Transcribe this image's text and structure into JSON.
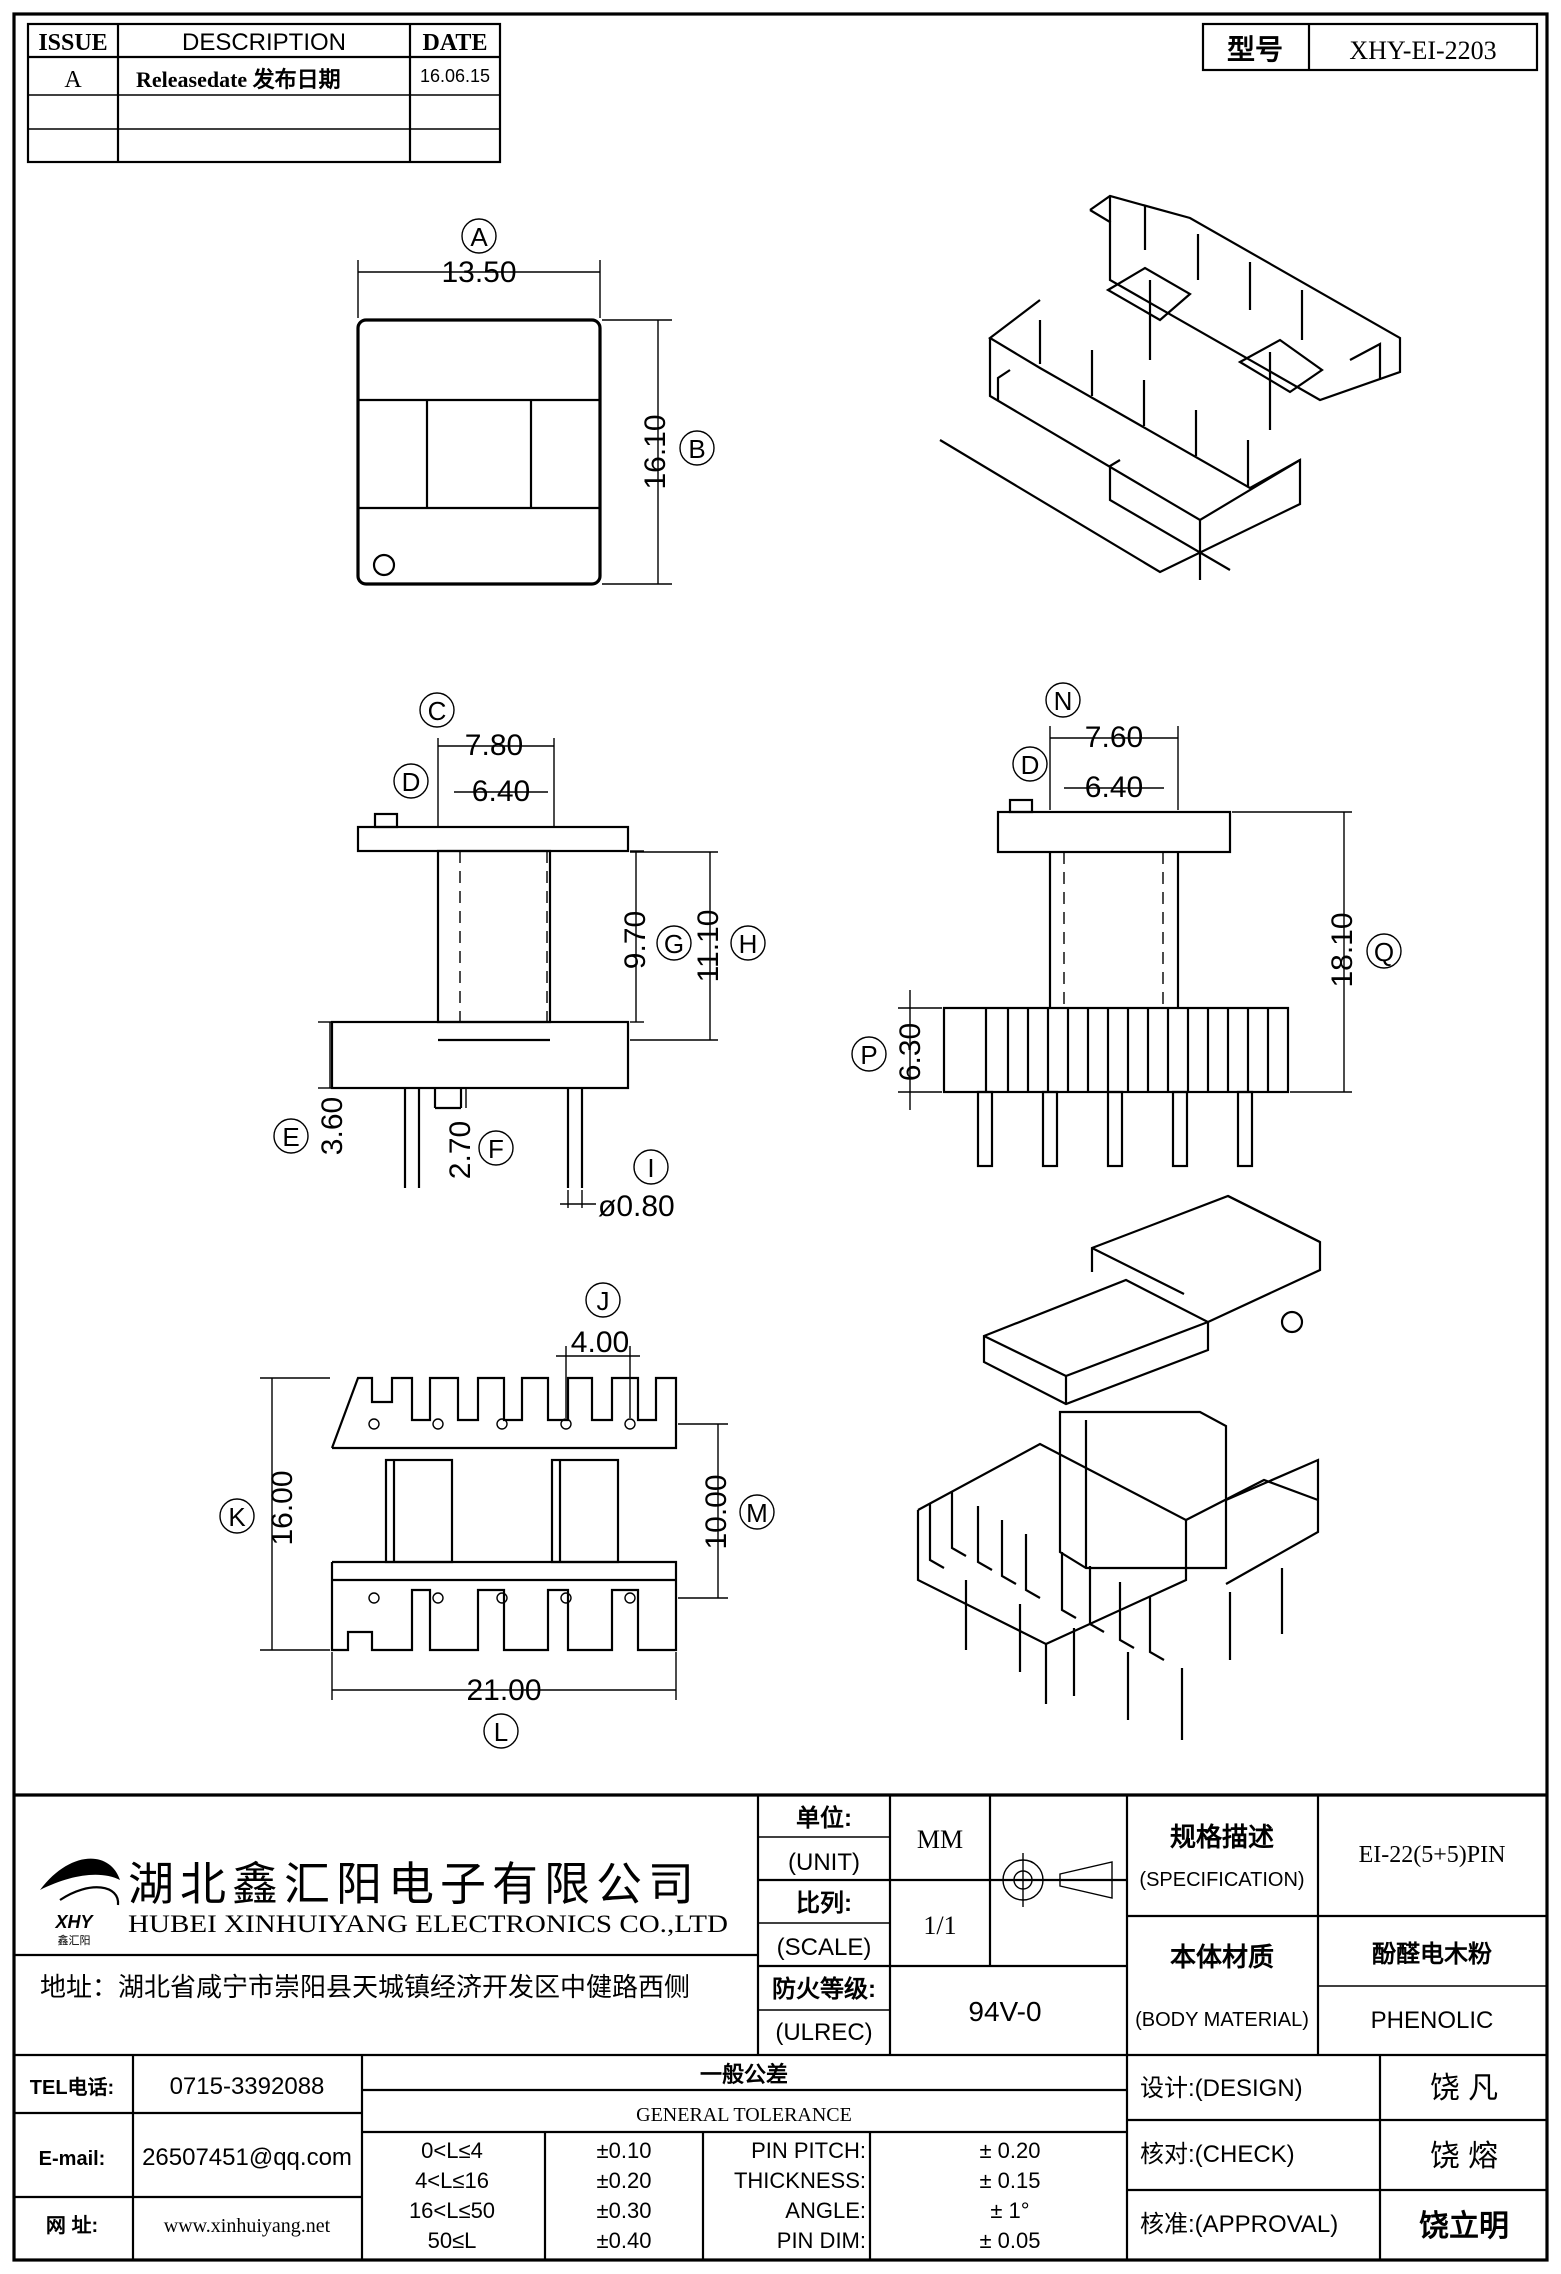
{
  "revision_table": {
    "headers": [
      "ISSUE",
      "DESCRIPTION",
      "DATE"
    ],
    "rows": [
      {
        "issue": "A",
        "description": "Releasedate 发布日期",
        "date": "16.06.15"
      },
      {
        "issue": "",
        "description": "",
        "date": ""
      },
      {
        "issue": "",
        "description": "",
        "date": ""
      }
    ]
  },
  "model": {
    "label": "型号",
    "value": "XHY-EI-2203"
  },
  "dimensions": {
    "A": "13.50",
    "B": "16.10",
    "C": "7.80",
    "D1": "6.40",
    "G": "9.70",
    "H": "11.10",
    "E": "3.60",
    "F": "2.70",
    "I": "ø0.80",
    "N": "7.60",
    "D2": "6.40",
    "Q": "18.10",
    "P": "6.30",
    "J": "4.00",
    "K": "16.00",
    "M": "10.00",
    "L": "21.00"
  },
  "callouts": [
    "A",
    "B",
    "C",
    "D",
    "G",
    "H",
    "E",
    "F",
    "I",
    "N",
    "D",
    "Q",
    "P",
    "J",
    "K",
    "M",
    "L"
  ],
  "company": {
    "name_cn": "湖北鑫汇阳电子有限公司",
    "name_en": "HUBEI XINHUIYANG ELECTRONICS CO.,LTD",
    "address": "地址：湖北省咸宁市崇阳县天城镇经济开发区中健路西侧",
    "logo_text": "XHY",
    "logo_sub": "鑫汇阳"
  },
  "title_block": {
    "unit_label_cn": "单位:",
    "unit_label_en": "(UNIT)",
    "unit_value": "MM",
    "scale_label_cn": "比列:",
    "scale_label_en": "(SCALE)",
    "scale_value": "1/1",
    "ulrec_label_cn": "防火等级:",
    "ulrec_label_en": "(ULREC)",
    "ulrec_value": "94V-0",
    "spec_label_cn": "规格描述",
    "spec_label_en": "(SPECIFICATION)",
    "spec_value": "EI-22(5+5)PIN",
    "material_label_cn": "本体材质",
    "material_label_en": "(BODY MATERIAL)",
    "material_value_cn": "酚醛电木粉",
    "material_value_en": "PHENOLIC"
  },
  "contact": {
    "tel_label": "TEL电话:",
    "tel": "0715-3392088",
    "email_label": "E-mail:",
    "email": "26507451@qq.com",
    "web_label": "网  址:",
    "web": "www.xinhuiyang.net"
  },
  "tolerance": {
    "title_cn": "一般公差",
    "title_en": "GENERAL TOLERANCE",
    "ranges": [
      {
        "range": "0<L≤4",
        "tol": "±0.10"
      },
      {
        "range": "4<L≤16",
        "tol": "±0.20"
      },
      {
        "range": "16<L≤50",
        "tol": "±0.30"
      },
      {
        "range": "50≤L",
        "tol": "±0.40"
      }
    ],
    "other": [
      {
        "name": "PIN PITCH:",
        "tol": "±  0.20"
      },
      {
        "name": "THICKNESS:",
        "tol": "±  0.15"
      },
      {
        "name": "ANGLE:",
        "tol": "±  1°"
      },
      {
        "name": "PIN DIM:",
        "tol": "±  0.05"
      }
    ]
  },
  "approval": {
    "design_label": "设计:(DESIGN)",
    "design_name": "饶    凡",
    "check_label": "核对:(CHECK)",
    "check_name": "饶    熔",
    "approval_label": "核准:(APPROVAL)",
    "approval_name": "饶立明"
  }
}
